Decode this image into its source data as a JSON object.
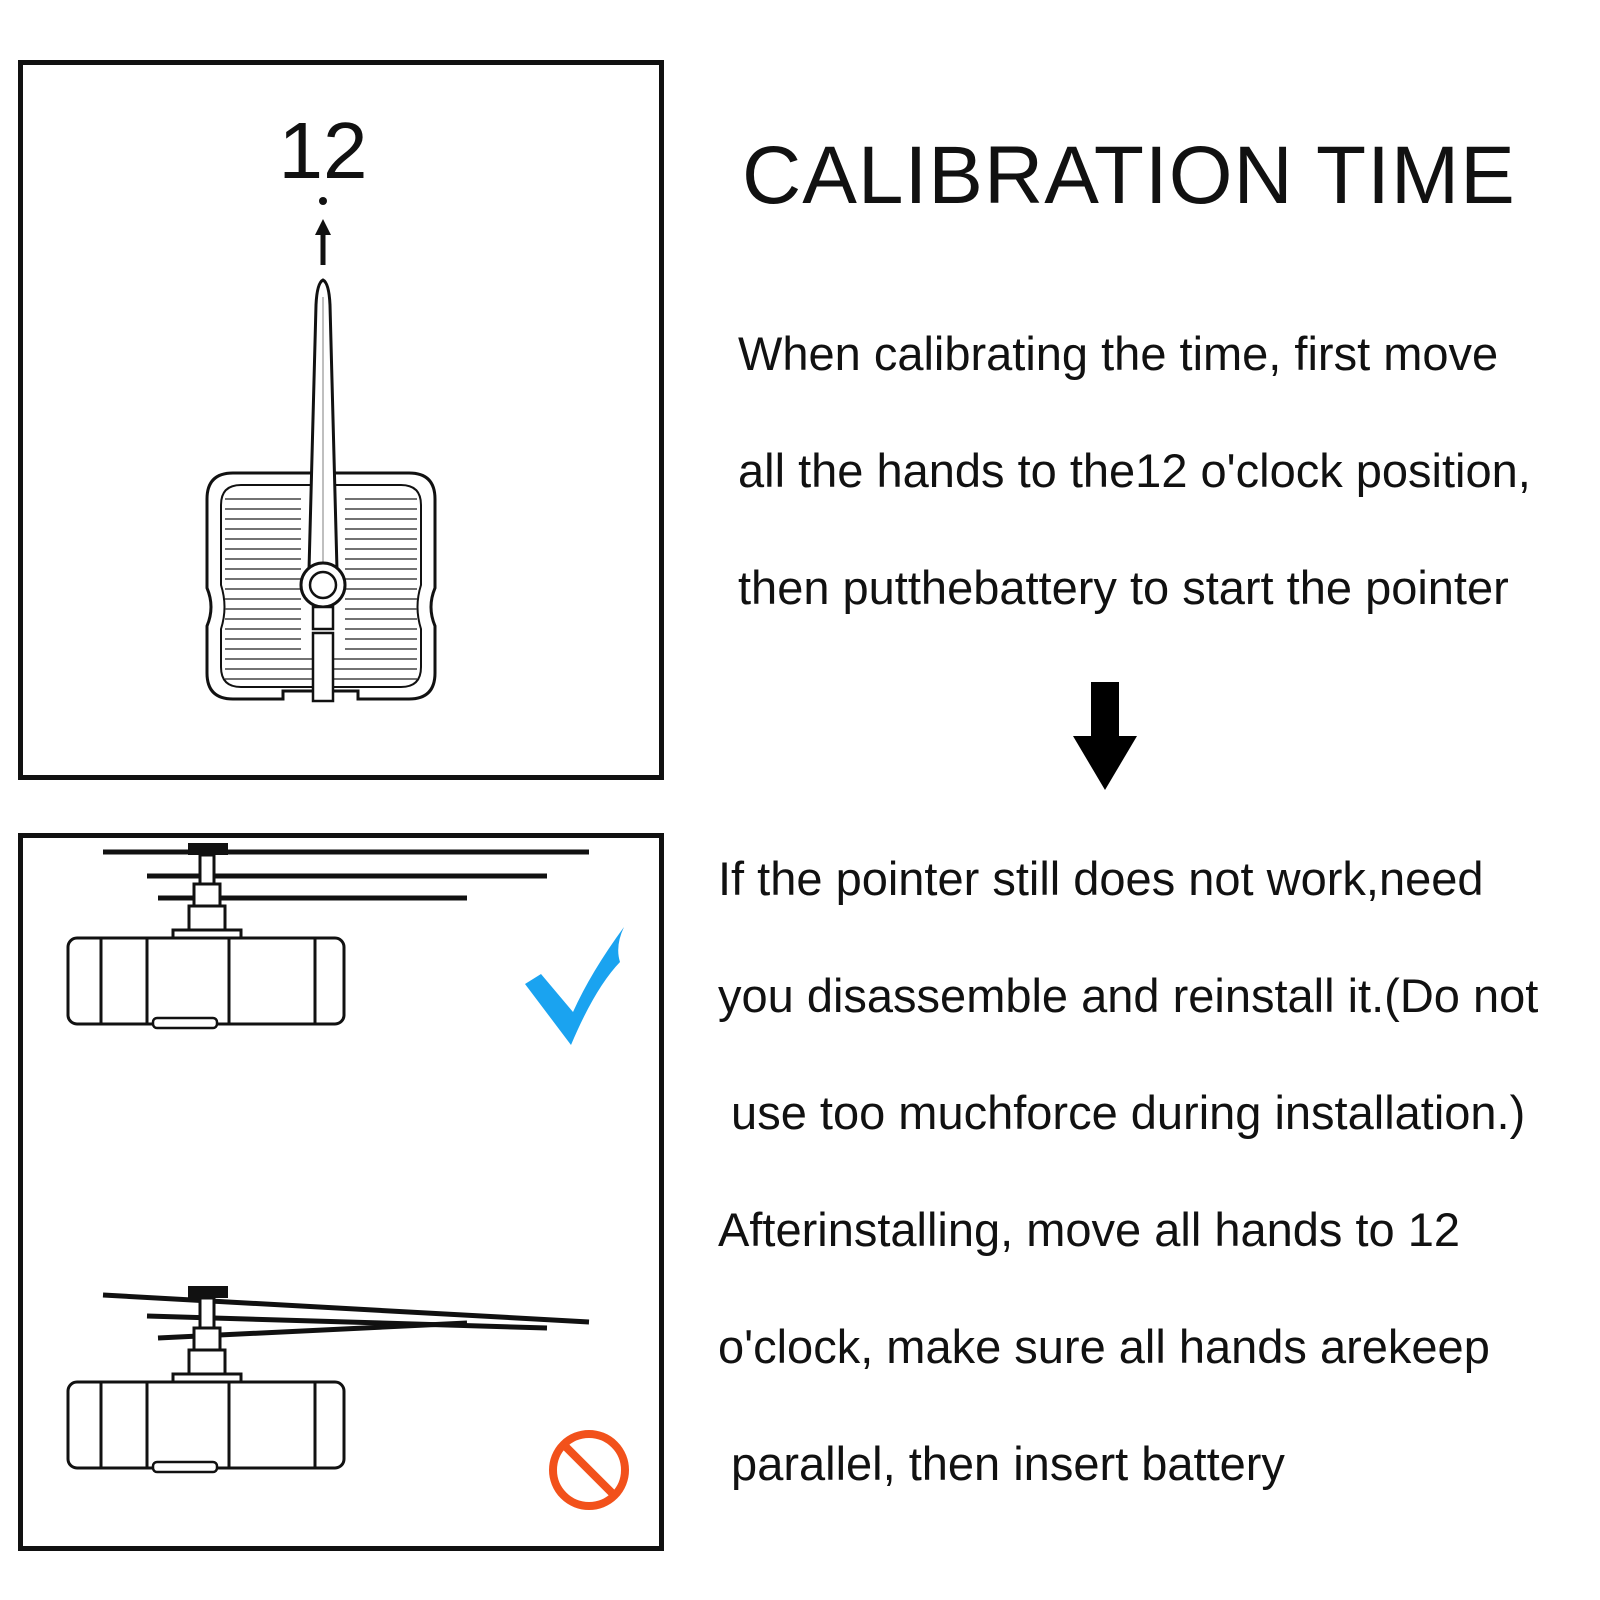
{
  "heading": "CALIBRATION TIME",
  "top_diagram": {
    "number_label": "12"
  },
  "paragraph1": [
    "When calibrating the time, first move",
    "all the hands to the12 o'clock position,",
    "then putthebattery to start the pointer"
  ],
  "paragraph2": [
    "If the pointer still does not work,need",
    "you disassemble and reinstall it.(Do not",
    " use too muchforce during installation.)",
    "Afterinstalling, move all hands to 12",
    "o'clock, make sure all hands arekeep",
    " parallel, then insert battery"
  ],
  "icons": {
    "correct": {
      "name": "checkmark-icon",
      "color": "#1aa3f0"
    },
    "wrong": {
      "name": "prohibited-icon",
      "color": "#f2511b"
    },
    "arrow": {
      "name": "arrow-down-icon",
      "color": "#000000"
    }
  }
}
